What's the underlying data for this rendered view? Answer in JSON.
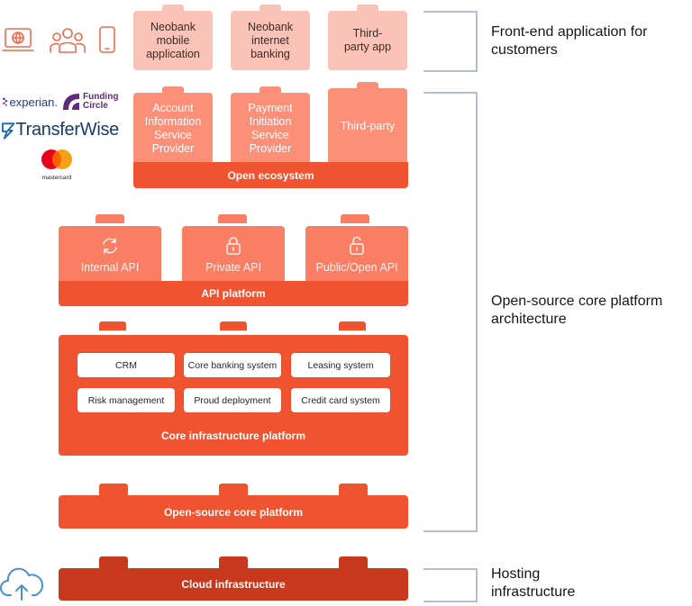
{
  "frontend": {
    "cards": [
      {
        "label": "Neobank mobile application"
      },
      {
        "label": "Neobank internet banking"
      },
      {
        "label": "Third-party app"
      }
    ],
    "side_label": "Front-end application for customers"
  },
  "ecosystem": {
    "cards": [
      {
        "label": "Account Information Service Provider"
      },
      {
        "label": "Payment Initiation Service Provider"
      },
      {
        "label": "Third-party"
      }
    ],
    "bar_label": "Open ecosystem"
  },
  "partners": {
    "experian": "experian.",
    "funding_circle_line1": "Funding",
    "funding_circle_line2": "Circle",
    "transferwise": "TransferWise",
    "mastercard": "mastercard"
  },
  "api": {
    "cards": [
      {
        "label": "Internal API",
        "icon": "refresh-icon"
      },
      {
        "label": "Private API",
        "icon": "lock-icon"
      },
      {
        "label": "Public/Open API",
        "icon": "unlock-icon"
      }
    ],
    "bar_label": "API platform"
  },
  "core": {
    "systems": [
      "CRM",
      "Core banking system",
      "Leasing system",
      "Risk management",
      "Proud deployment",
      "Credit card system"
    ],
    "bar_label": "Core infrastructure platform"
  },
  "opensource": {
    "bar_label": "Open-source core platform"
  },
  "middle_side_label": "Open-source core platform architecture",
  "cloud": {
    "bar_label": "Cloud infrastructure",
    "side_label": "Hosting infrastructure",
    "icon": "cloud-upload-icon"
  },
  "colors": {
    "light": "#fbc3b8",
    "mid": "#fb8f78",
    "accent": "#f0532f",
    "dark": "#c8381c",
    "bracket": "#b6bdd3"
  }
}
